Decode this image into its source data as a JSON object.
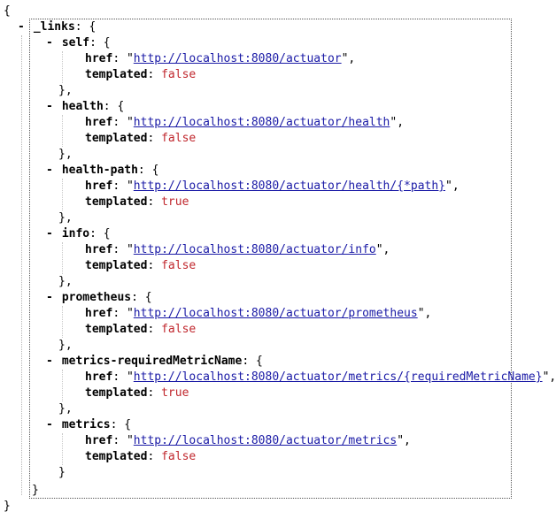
{
  "root": {
    "open_brace": "{",
    "close_brace": "}",
    "collapse_symbol": "-"
  },
  "links_key": "_links",
  "links_close": "}",
  "colors": {
    "url": "#1a1aa6",
    "boolean": "#c0272d",
    "text": "#000000"
  },
  "entries": [
    {
      "name": "self",
      "href_key": "href",
      "href": "http://localhost:8080/actuator",
      "templated_key": "templated",
      "templated": "false",
      "close": "},"
    },
    {
      "name": "health",
      "href_key": "href",
      "href": "http://localhost:8080/actuator/health",
      "templated_key": "templated",
      "templated": "false",
      "close": "},"
    },
    {
      "name": "health-path",
      "href_key": "href",
      "href": "http://localhost:8080/actuator/health/{*path}",
      "templated_key": "templated",
      "templated": "true",
      "close": "},"
    },
    {
      "name": "info",
      "href_key": "href",
      "href": "http://localhost:8080/actuator/info",
      "templated_key": "templated",
      "templated": "false",
      "close": "},"
    },
    {
      "name": "prometheus",
      "href_key": "href",
      "href": "http://localhost:8080/actuator/prometheus",
      "templated_key": "templated",
      "templated": "false",
      "close": "},"
    },
    {
      "name": "metrics-requiredMetricName",
      "href_key": "href",
      "href": "http://localhost:8080/actuator/metrics/{requiredMetricName}",
      "templated_key": "templated",
      "templated": "true",
      "close": "},"
    },
    {
      "name": "metrics",
      "href_key": "href",
      "href": "http://localhost:8080/actuator/metrics",
      "templated_key": "templated",
      "templated": "false",
      "close": "}"
    }
  ]
}
